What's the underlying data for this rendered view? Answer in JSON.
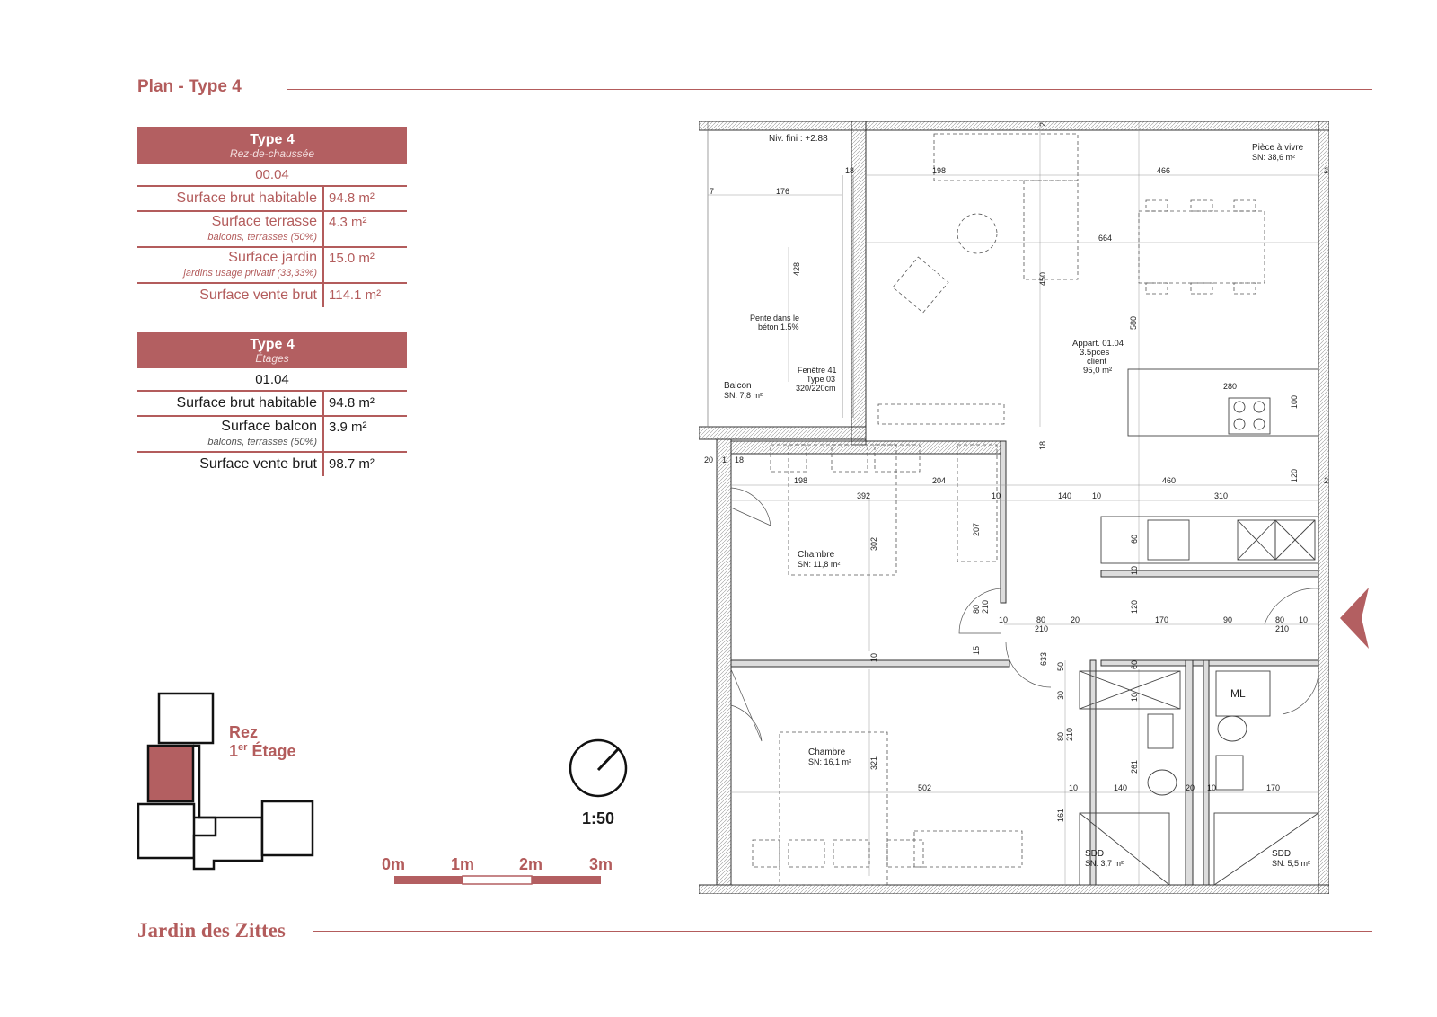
{
  "page_title": "Plan - Type 4",
  "table_rez": {
    "title": "Type 4",
    "subtitle": "Rez-de-chaussée",
    "code": "00.04",
    "rows": [
      {
        "label": "Surface brut habitable",
        "sub": "",
        "value": "94.8 m²"
      },
      {
        "label": "Surface terrasse",
        "sub": "balcons, terrasses (50%)",
        "value": "4.3 m²"
      },
      {
        "label": "Surface jardin",
        "sub": "jardins usage privatif (33,33%)",
        "value": "15.0 m²"
      },
      {
        "label": "Surface vente brut",
        "sub": "",
        "value": "114.1 m²"
      }
    ]
  },
  "table_etages": {
    "title": "Type 4",
    "subtitle": "Étages",
    "code": "01.04",
    "rows": [
      {
        "label": "Surface brut habitable",
        "sub": "",
        "value": "94.8 m²"
      },
      {
        "label": "Surface balcon",
        "sub": "balcons, terrasses (50%)",
        "value": "3.9 m²"
      },
      {
        "label": "Surface vente brut",
        "sub": "",
        "value": "98.7 m²"
      }
    ]
  },
  "legend": {
    "rez": "Rez",
    "etage_num": "1",
    "etage_sup": "er",
    "etage_word": "Étage"
  },
  "scale": {
    "ratio": "1:50",
    "ticks": [
      "0m",
      "1m",
      "2m",
      "3m"
    ]
  },
  "footer": "Jardin des Zittes",
  "plan": {
    "niv": "Niv. fini : +2.88",
    "piece": "Pièce à vivre",
    "piece_sn": "SN: 38,6 m²",
    "appart": [
      "Appart. 01.04",
      "3.5pces",
      "client",
      "95,0 m²"
    ],
    "balcon": "Balcon",
    "balcon_sn": "SN: 7,8 m²",
    "pente": [
      "Pente dans le",
      "béton 1.5%"
    ],
    "fenetre": [
      "Fenêtre 41",
      "Type 03",
      "320/220cm"
    ],
    "chambre1": "Chambre",
    "chambre1_sn": "SN: 11,8 m²",
    "chambre2": "Chambre",
    "chambre2_sn": "SN: 16,1 m²",
    "sdd1": "SDD",
    "sdd1_sn": "SN: 3,7 m²",
    "sdd2": "SDD",
    "sdd2_sn": "SN: 5,5 m²",
    "ml": "ML",
    "dims": [
      "18",
      "198",
      "466",
      "176",
      "7",
      "428",
      "450",
      "664",
      "580",
      "280",
      "100",
      "18",
      "204",
      "392",
      "198",
      "460",
      "120",
      "20",
      "1",
      "18",
      "10",
      "140",
      "10",
      "310",
      "302",
      "207",
      "60",
      "10",
      "80",
      "210",
      "10",
      "80",
      "210",
      "20",
      "170",
      "90",
      "80",
      "210",
      "10",
      "120",
      "15",
      "10",
      "633",
      "50",
      "60",
      "30",
      "10",
      "80",
      "210",
      "261",
      "321",
      "502",
      "140",
      "10",
      "20",
      "10",
      "170",
      "161",
      "2",
      "2",
      "2"
    ]
  }
}
